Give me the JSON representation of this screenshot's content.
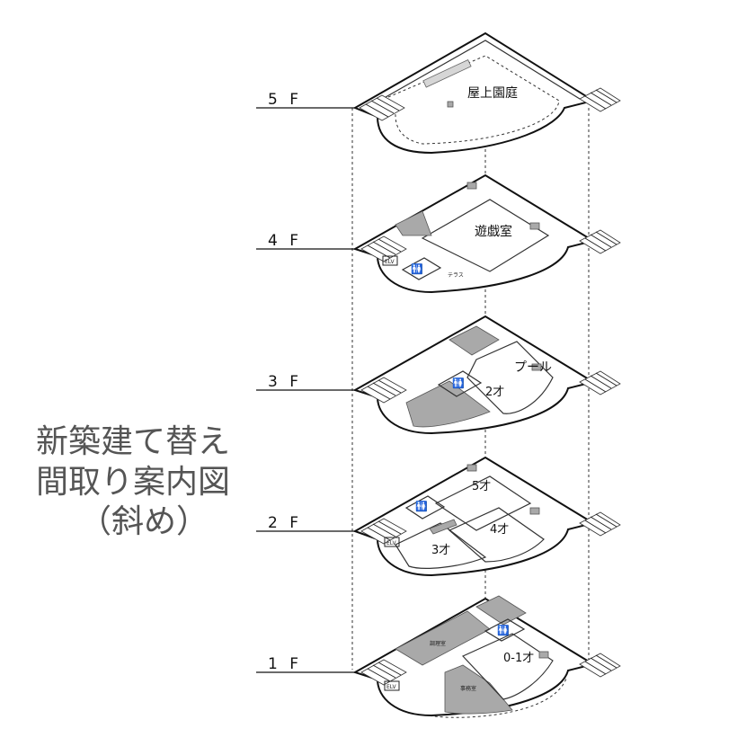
{
  "title": {
    "line1": "新築建て替え",
    "line2": "間取り案内図",
    "line3": "（斜め）"
  },
  "floors": [
    {
      "label": "5 F",
      "rooms": [
        "屋上園庭"
      ]
    },
    {
      "label": "4 F",
      "rooms": [
        "遊戯室",
        "テラス",
        "ELV"
      ]
    },
    {
      "label": "3 F",
      "rooms": [
        "プール",
        "2才"
      ]
    },
    {
      "label": "2 F",
      "rooms": [
        "5才",
        "4才",
        "3才",
        "ELV"
      ]
    },
    {
      "label": "1 F",
      "rooms": [
        "0-1才",
        "調理室",
        "事務室",
        "ELV"
      ]
    }
  ],
  "icons": {
    "restroom": "restroom-icon"
  },
  "colors": {
    "text": "#111111",
    "title": "#555555",
    "shade": "#a9a9a9"
  }
}
